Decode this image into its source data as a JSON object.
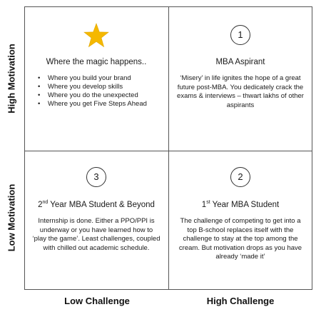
{
  "axes": {
    "y_top": "High Motivation",
    "y_bottom": "Low Motivation",
    "x_left": "Low Challenge",
    "x_right": "High Challenge"
  },
  "quadrants": {
    "top_left": {
      "icon": "star-icon",
      "title": "Where the magic happens..",
      "bullets": [
        "Where you build your brand",
        "Where you develop skills",
        "Where you do the unexpected",
        "Where you get Five Steps Ahead"
      ]
    },
    "top_right": {
      "number": "1",
      "title": "MBA Aspirant",
      "description": "‘Misery’ in life ignites the hope of a great future post-MBA. You dedicately crack the  exams & interviews – thwart lakhs of other aspirants"
    },
    "bottom_left": {
      "number": "3",
      "title_prefix": "2",
      "title_sup": "nd",
      "title_suffix": " Year MBA Student & Beyond",
      "description": "Internship is done. Either a PPO/PPI is underway or you have learned how to ‘play the game’. Least challenges, coupled with chilled out academic schedule."
    },
    "bottom_right": {
      "number": "2",
      "title_prefix": "1",
      "title_sup": "st",
      "title_suffix": " Year MBA Student",
      "description": "The challenge of competing to get into a top B-school replaces itself with the challenge to stay at the top among the cream. But motivation drops as you have already ‘made it’"
    }
  },
  "colors": {
    "star": "#F5B800",
    "border": "#555555"
  }
}
